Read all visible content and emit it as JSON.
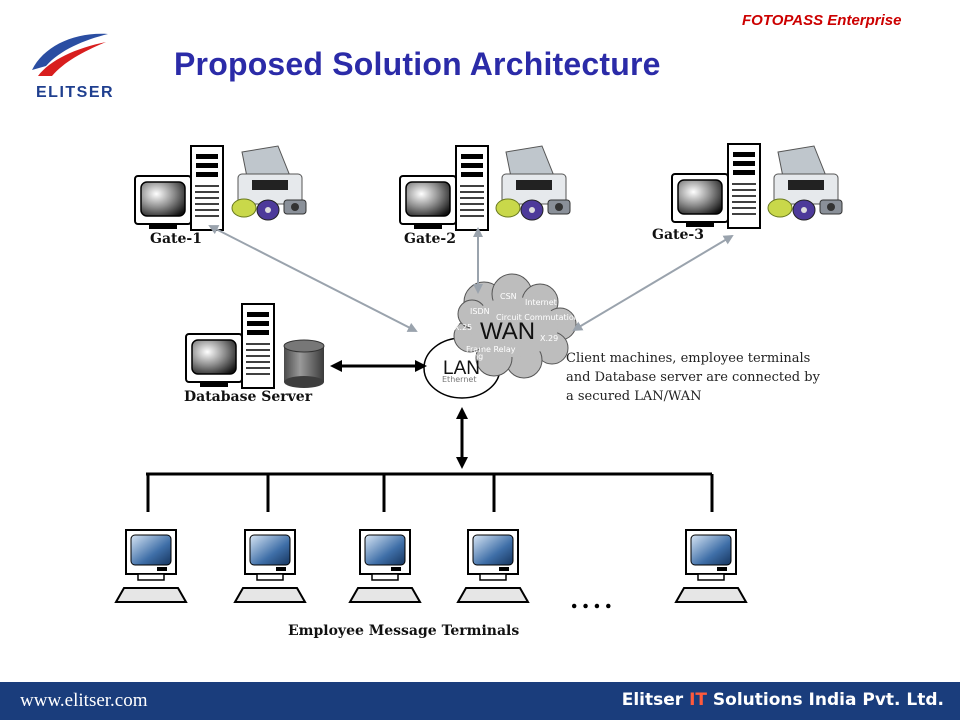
{
  "header": {
    "brand_tag": "FOTOPASS Enterprise",
    "title": "Proposed Solution Architecture",
    "logo_text": "ELITSER"
  },
  "diagram": {
    "gates": [
      "Gate-1",
      "Gate-2",
      "Gate-3"
    ],
    "database_label": "Database Server",
    "wan_label": "WAN",
    "lan_label": "LAN",
    "cloud_terms": [
      "CSN",
      "Internet",
      "ISDN",
      "Circuit Commutation",
      "X.25",
      "Frame Relay",
      "X.29",
      "Token Ring",
      "Ethernet"
    ],
    "note": "Client machines, employee terminals and Database server are connected by a secured LAN/WAN",
    "ellipsis": "....",
    "terminals_label": "Employee Message Terminals"
  },
  "footer": {
    "url": "www.elitser.com",
    "company_pre": "Elitser ",
    "company_it": "IT",
    "company_post": " Solutions India Pvt. Ltd."
  },
  "colors": {
    "title": "#2b2ba8",
    "brand": "#cc0000",
    "footer": "#1a3d7c",
    "it_accent": "#ff5a3c"
  }
}
